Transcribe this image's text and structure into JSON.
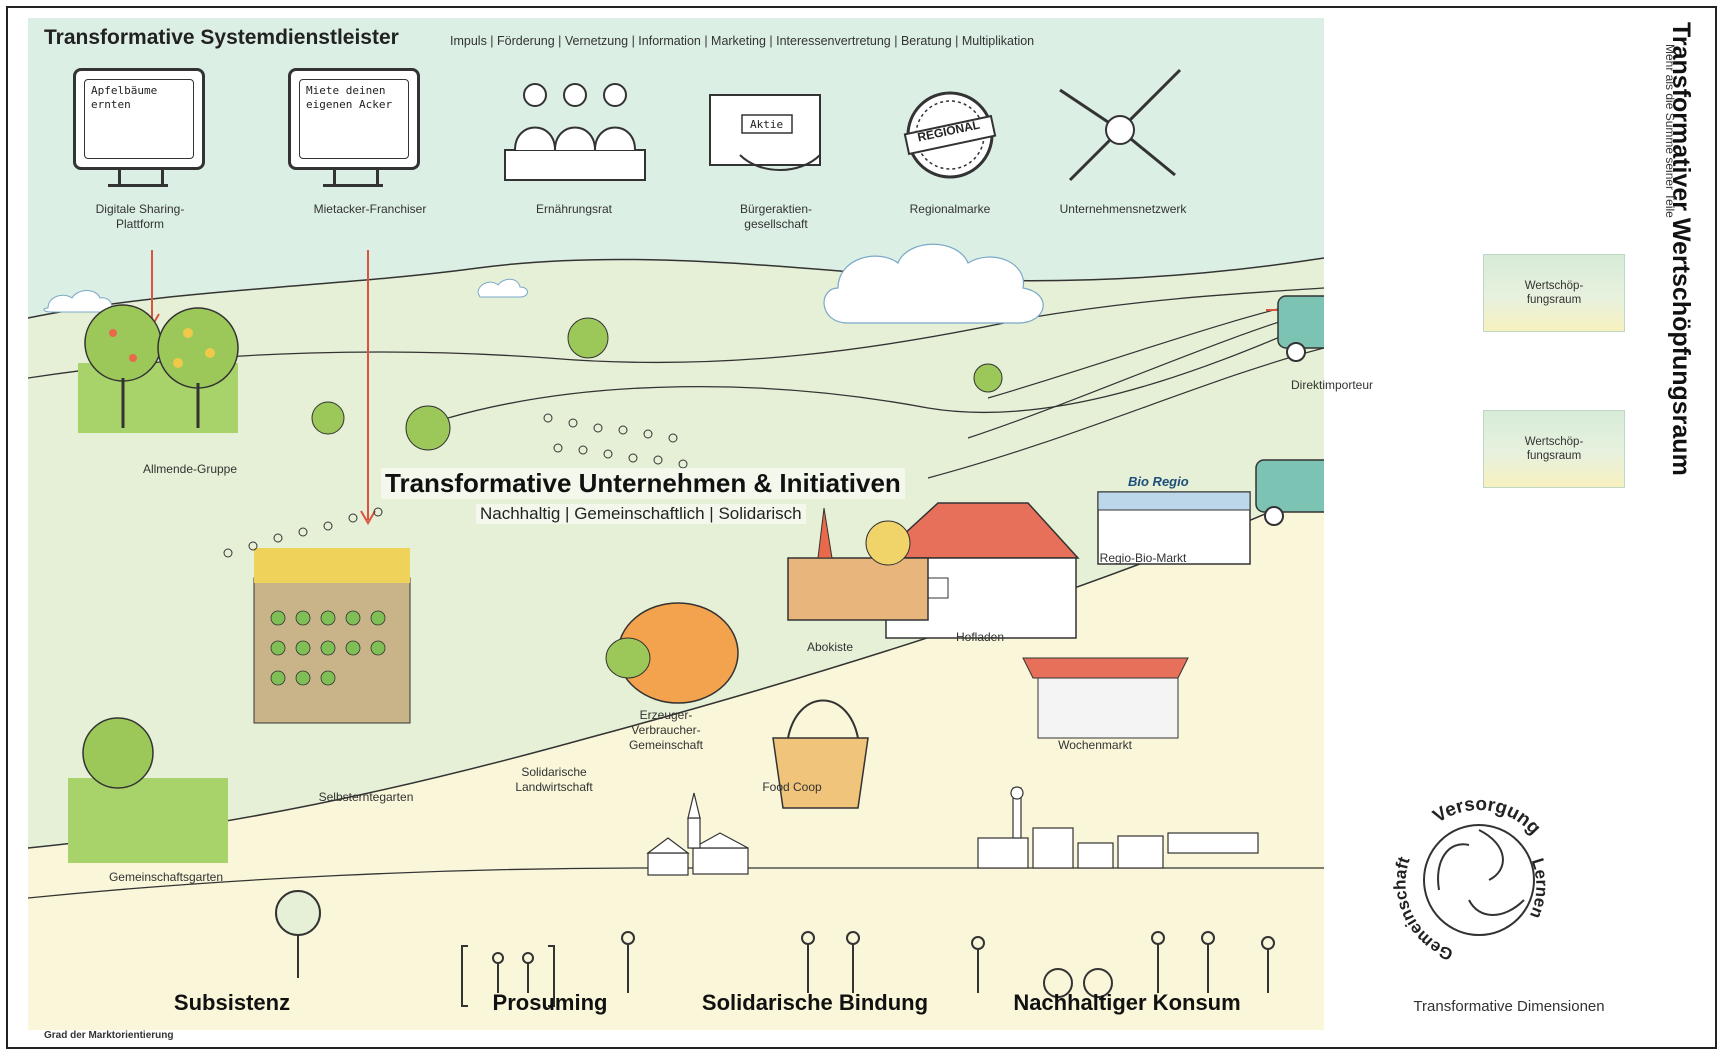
{
  "header": {
    "title": "Transformative Systemdienstleister",
    "subtitle": "Impuls | Förderung | Vernetzung | Information | Marketing | Interessenvertretung | Beratung | Multiplikation"
  },
  "service_providers": [
    {
      "label_line1": "Digitale Sharing-",
      "label_line2": "Plattform",
      "screen_line1": "Apfelbäume",
      "screen_line2": "ernten"
    },
    {
      "label_line1": "Mietacker-Franchiser",
      "label_line2": "",
      "screen_line1": "Miete deinen",
      "screen_line2": "eigenen Acker"
    },
    {
      "label_line1": "Ernährungsrat",
      "label_line2": ""
    },
    {
      "label_line1": "Bürgeraktien-",
      "label_line2": "gesellschaft",
      "sign": "Aktie"
    },
    {
      "label_line1": "Regionalmarke",
      "label_line2": "",
      "badge": "REGIONAL"
    },
    {
      "label_line1": "Unternehmensnetzwerk",
      "label_line2": ""
    }
  ],
  "center": {
    "title": "Transformative Unternehmen & Initiativen",
    "subtitle": "Nachhaltig | Gemeinschaftlich | Solidarisch"
  },
  "initiatives": {
    "allmende": "Allmende-Gruppe",
    "direktimporteur": "Direktimporteur",
    "regio_bio_markt": "Regio-Bio-Markt",
    "bio_regio_sign": "Bio Regio",
    "hofladen": "Hofladen",
    "abokiste": "Abokiste",
    "wochenmarkt": "Wochenmarkt",
    "erzeuger_1": "Erzeuger-",
    "erzeuger_2": "Verbraucher-",
    "erzeuger_3": "Gemeinschaft",
    "solawi_1": "Solidarische",
    "solawi_2": "Landwirtschaft",
    "food_coop": "Food Coop",
    "selbsterntegarten": "Selbsterntegarten",
    "gemeinschaftsgarten": "Gemeinschaftsgarten"
  },
  "wertschoepfung_boxes": [
    {
      "line1": "Wertschöp-",
      "line2": "fungsraum"
    },
    {
      "line1": "Wertschöp-",
      "line2": "fungsraum"
    }
  ],
  "side": {
    "title": "Transformativer Wertschöpfungsraum",
    "subtitle": "Mehr als die Summe seiner Teile"
  },
  "bottom_categories": [
    "Subsistenz",
    "Prosuming",
    "Solidarische Bindung",
    "Nachhaltiger Konsum"
  ],
  "footer_note": "Grad der Marktorientierung",
  "dimensions": {
    "words": [
      "Versorgung",
      "Lernen",
      "Gemeinschaft"
    ],
    "caption": "Transformative Dimensionen"
  },
  "colors": {
    "sky": "#dcefe4",
    "meadow": "#e6f0d6",
    "field_yellow": "#f9f6d9",
    "grass_green": "#a8d26a",
    "arrow_red": "#d9533f",
    "roof_red": "#e7705b",
    "van_teal": "#7cc3b4",
    "pumpkin": "#f3a24e"
  }
}
